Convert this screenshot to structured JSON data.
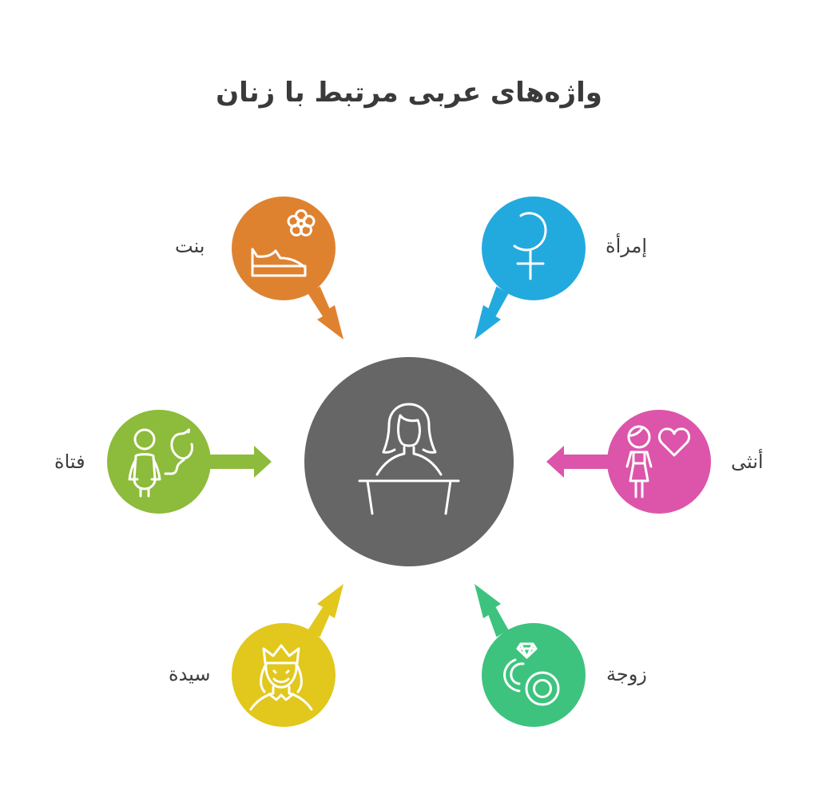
{
  "title": "واژه‌های عربی مرتبط با زنان",
  "center": {
    "icon": "woman-at-podium-icon",
    "color": "#666666"
  },
  "nodes": [
    {
      "id": "bint",
      "label": "بنت",
      "icon": "flower-and-shoe-icon",
      "color": "#df8230"
    },
    {
      "id": "imraa",
      "label": "إمرأة",
      "icon": "female-symbol-icon",
      "color": "#22aade"
    },
    {
      "id": "untha",
      "label": "أنثى",
      "icon": "girl-with-heart-icon",
      "color": "#dc55aa"
    },
    {
      "id": "zawja",
      "label": "زوجة",
      "icon": "wedding-rings-icon",
      "color": "#3dc37e"
    },
    {
      "id": "sayyida",
      "label": "سيدة",
      "icon": "queen-icon",
      "color": "#e2c71c"
    },
    {
      "id": "fatat",
      "label": "فتاة",
      "icon": "girl-with-balloon-icon",
      "color": "#8dbb3b"
    }
  ]
}
